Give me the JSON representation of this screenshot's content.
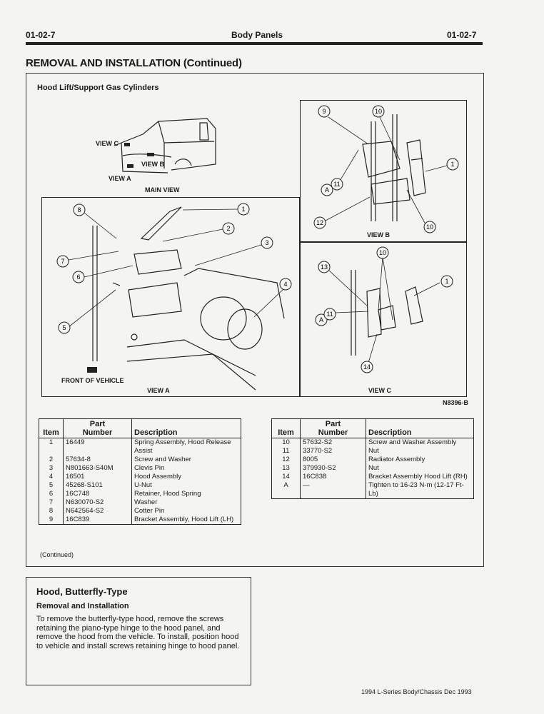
{
  "header": {
    "page_left": "01-02-7",
    "title": "Body Panels",
    "page_right": "01-02-7"
  },
  "section_title": "REMOVAL AND INSTALLATION (Continued)",
  "subsection_title": "Hood Lift/Support Gas Cylinders",
  "figure": {
    "main_view": {
      "label": "MAIN VIEW",
      "view_a": "VIEW A",
      "view_b": "VIEW B",
      "view_c": "VIEW C"
    },
    "view_a_label": "VIEW A",
    "view_b_label": "VIEW B",
    "view_c_label": "VIEW C",
    "front_of_vehicle": "FRONT OF VEHICLE",
    "figure_id": "N8396-B",
    "callouts_a": [
      "8",
      "1",
      "2",
      "3",
      "7",
      "6",
      "4",
      "5"
    ],
    "callouts_b": [
      "9",
      "10",
      "1",
      "A",
      "11",
      "12",
      "10"
    ],
    "callouts_c": [
      "10",
      "13",
      "1",
      "A",
      "11",
      "14"
    ]
  },
  "table_left": {
    "headers": {
      "item": "Item",
      "part_top": "Part",
      "part_bottom": "Number",
      "description": "Description"
    },
    "rows": [
      {
        "item": "1",
        "part": "16449",
        "desc": "Spring Assembly, Hood Release Assist"
      },
      {
        "item": "2",
        "part": "57634-8",
        "desc": "Screw and Washer"
      },
      {
        "item": "3",
        "part": "N801663-S40M",
        "desc": "Clevis Pin"
      },
      {
        "item": "4",
        "part": "16501",
        "desc": "Hood Assembly"
      },
      {
        "item": "5",
        "part": "45268-S101",
        "desc": "U-Nut"
      },
      {
        "item": "6",
        "part": "16C748",
        "desc": "Retainer, Hood Spring"
      },
      {
        "item": "7",
        "part": "N630070-S2",
        "desc": "Washer"
      },
      {
        "item": "8",
        "part": "N642564-S2",
        "desc": "Cotter Pin"
      },
      {
        "item": "9",
        "part": "16C839",
        "desc": "Bracket Assembly, Hood Lift (LH)"
      }
    ]
  },
  "table_right": {
    "headers": {
      "item": "Item",
      "part_top": "Part",
      "part_bottom": "Number",
      "description": "Description"
    },
    "rows": [
      {
        "item": "10",
        "part": "57632-S2",
        "desc": "Screw and Washer Assembly"
      },
      {
        "item": "11",
        "part": "33770-S2",
        "desc": "Nut"
      },
      {
        "item": "12",
        "part": "8005",
        "desc": "Radiator Assembly"
      },
      {
        "item": "13",
        "part": "379930-S2",
        "desc": "Nut"
      },
      {
        "item": "14",
        "part": "16C838",
        "desc": "Bracket Assembly Hood Lift (RH)"
      },
      {
        "item": "A",
        "part": "—",
        "desc": "Tighten to 16-23 N-m (12-17 Ft-Lb)"
      }
    ]
  },
  "continued": "(Continued)",
  "hood_section": {
    "title": "Hood, Butterfly-Type",
    "subtitle": "Removal and Installation",
    "body": "To remove the butterfly-type hood, remove the screws retaining the piano-type hinge to the hood panel, and remove the hood from the vehicle. To install, position hood to vehicle and install screws retaining hinge to hood panel."
  },
  "footer": "1994 L-Series Body/Chassis Dec 1993"
}
